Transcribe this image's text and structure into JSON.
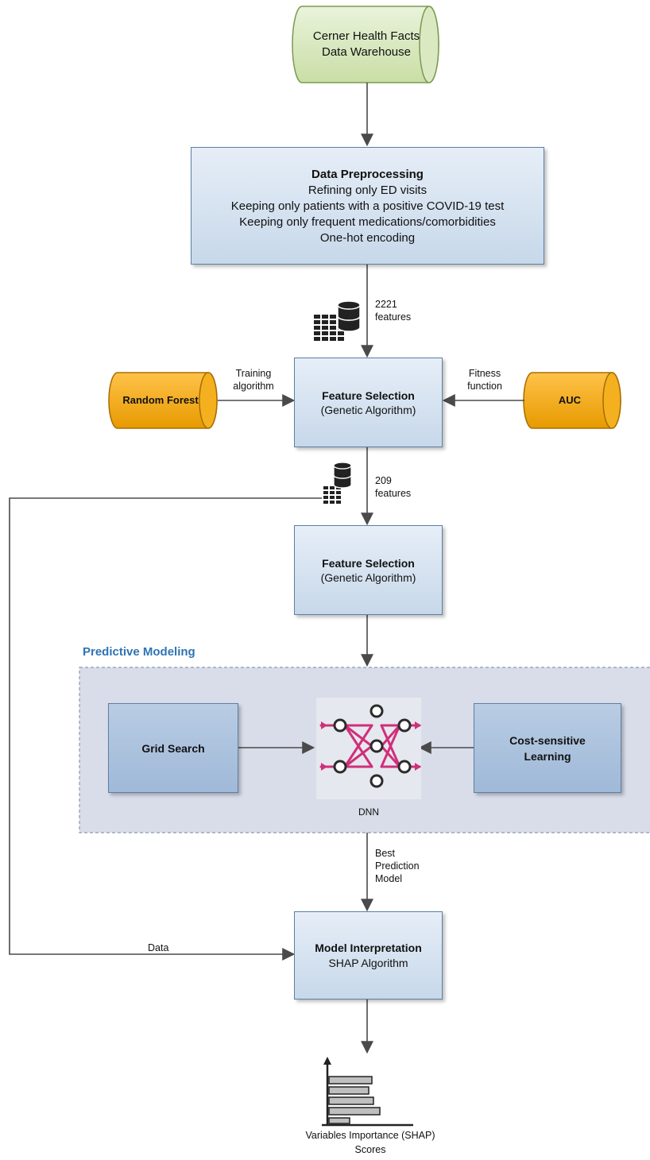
{
  "source": {
    "line1": "Cerner Health Facts",
    "line2": "Data Warehouse"
  },
  "preprocessing": {
    "title": "Data Preprocessing",
    "lines": [
      "Refining only ED visits",
      "Keeping only patients with a positive COVID-19 test",
      "Keeping only frequent medications/comorbidities",
      "One-hot encoding"
    ]
  },
  "features_1": {
    "count": "2221",
    "unit": "features"
  },
  "feature_selection_1": {
    "title": "Feature Selection",
    "subtitle": "(Genetic Algorithm)"
  },
  "training": {
    "label_1": "Training",
    "label_2": "algorithm",
    "name": "Random Forest"
  },
  "fitness": {
    "label_1": "Fitness",
    "label_2": "function",
    "name": "AUC"
  },
  "features_2": {
    "count": "209",
    "unit": "features"
  },
  "feature_selection_2": {
    "title": "Feature Selection",
    "subtitle": "(Genetic Algorithm)"
  },
  "predictive": {
    "title": "Predictive Modeling",
    "grid_search": "Grid Search",
    "cost_1": "Cost-sensitive",
    "cost_2": "Learning",
    "dnn": "DNN"
  },
  "best_model": {
    "l1": "Best",
    "l2": "Prediction",
    "l3": "Model"
  },
  "data_label": "Data",
  "interpretation": {
    "title": "Model Interpretation",
    "subtitle": "SHAP Algorithm"
  },
  "output": {
    "line1": "Variables Importance (SHAP)",
    "line2": "Scores"
  },
  "colors": {
    "box_border": "#5b7fa6",
    "box_fill": "#c7d8ea",
    "cylinder_green": "#d8e8bf",
    "cylinder_orange": "#f2a400",
    "section_title": "#2e74b5",
    "dnn_pink": "#d02f7a"
  }
}
